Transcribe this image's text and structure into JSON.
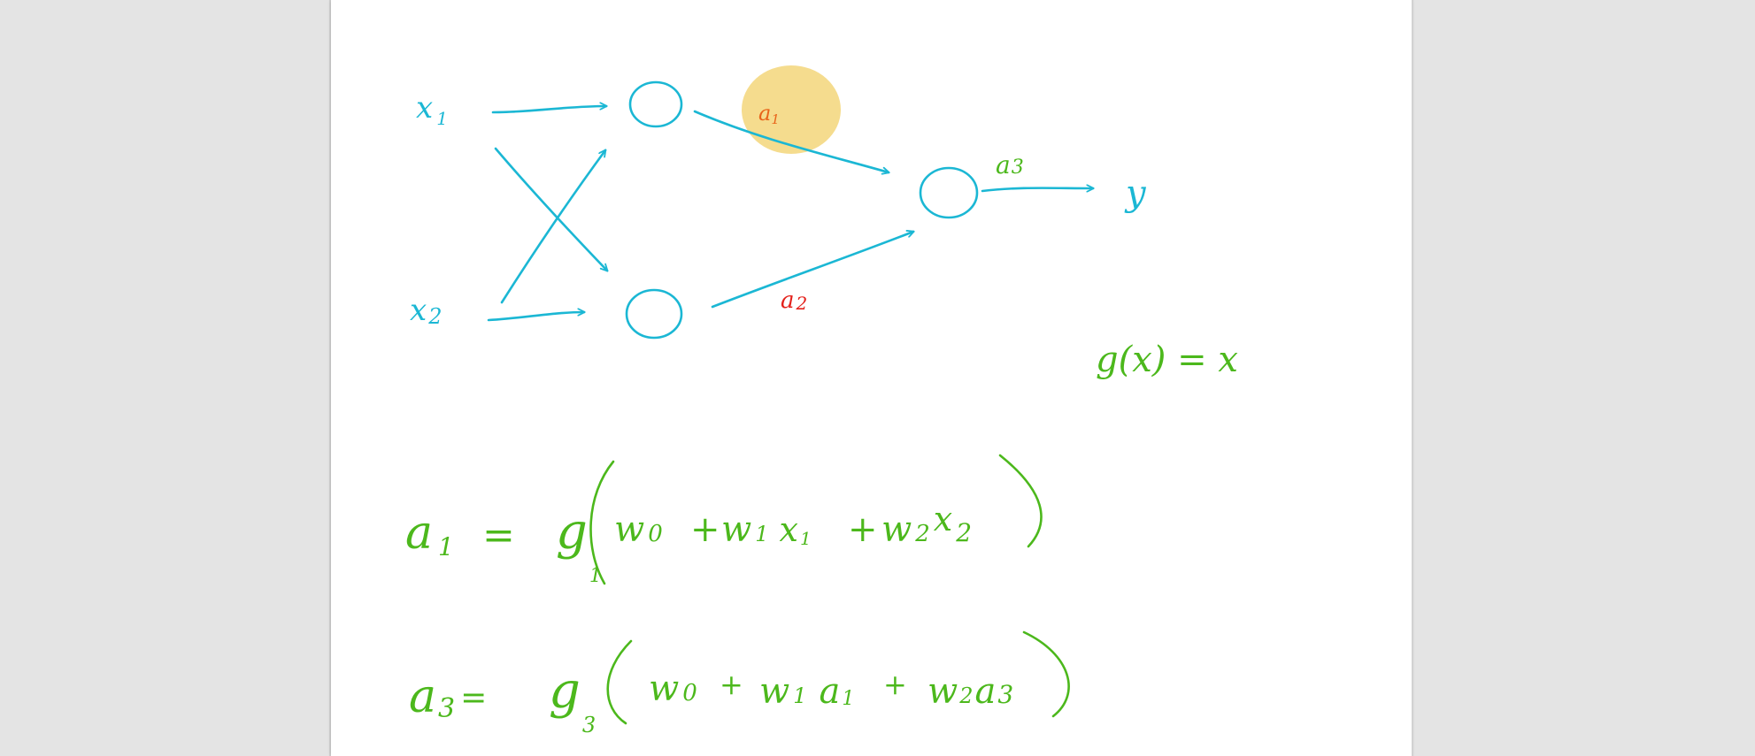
{
  "colors": {
    "background": "#e4e4e4",
    "page": "#ffffff",
    "ink_blue": "#1bb7d4",
    "ink_green": "#4cb81c",
    "ink_orange": "#e8641a",
    "ink_red": "#e3201a",
    "highlight": "#f3d67a"
  },
  "network": {
    "inputs": {
      "x1": {
        "base": "x",
        "sub": "1"
      },
      "x2": {
        "base": "x",
        "sub": "2"
      }
    },
    "output": {
      "label": "y"
    },
    "edges": {
      "a1": {
        "base": "a",
        "sub": "1"
      },
      "a2": {
        "base": "a",
        "sub": "2"
      },
      "a3": {
        "base": "a",
        "sub": "3"
      }
    },
    "activation_note": "g(x) = x"
  },
  "equations": {
    "eq1": {
      "lhs_base": "a",
      "lhs_sub": "1",
      "equals": "=",
      "func": "g",
      "func_sub": "1",
      "open": "(",
      "t1": "w",
      "t1_sub": "0",
      "p1": "+",
      "t2": "w",
      "t2_sub": "1",
      "t2_var": "x",
      "t2_var_sub": "1",
      "p2": "+",
      "t3": "w",
      "t3_sub": "2",
      "t3_var": "x",
      "t3_var_sub": "2",
      "close": ")"
    },
    "eq2": {
      "lhs_base": "a",
      "lhs_sub": "3",
      "equals": "=",
      "func": "g",
      "func_sub": "3",
      "open": "(",
      "t1": "w",
      "t1_sub": "0",
      "p1": "+",
      "t2": "w",
      "t2_sub": "1",
      "t2_var": "a",
      "t2_var_sub": "1",
      "p2": "+",
      "t3": "w",
      "t3_sub": "2",
      "t3_var": "a",
      "t3_var_sub": "3",
      "close": ")"
    }
  }
}
